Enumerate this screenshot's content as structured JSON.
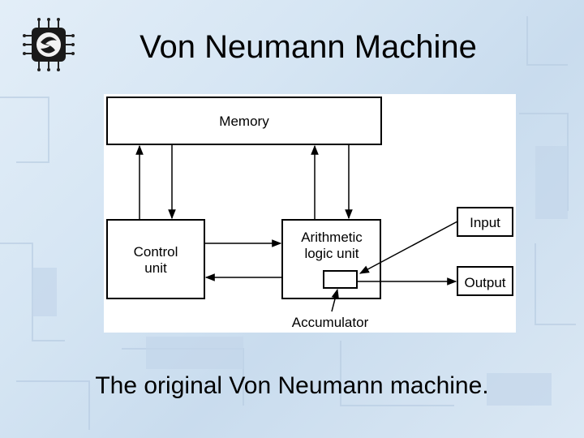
{
  "title": "Von Neumann Machine",
  "caption": "The original Von Neumann machine.",
  "logo": {
    "icon": "chip-icon"
  },
  "diagram": {
    "memory": "Memory",
    "control_unit": [
      "Control",
      "unit"
    ],
    "alu": [
      "Arithmetic",
      "logic unit"
    ],
    "input": "Input",
    "output": "Output",
    "accumulator": "Accumulator"
  },
  "colors": {
    "background": "#dbe8f4",
    "diagram_bg": "#ffffff",
    "stroke": "#000000"
  }
}
